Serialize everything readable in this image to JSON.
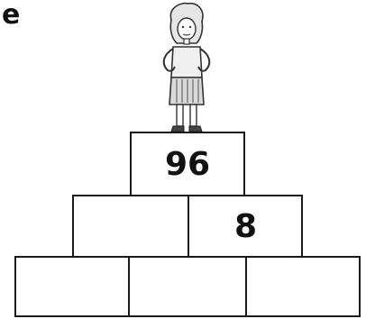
{
  "page": {
    "corner_letter": "e"
  },
  "figure": {
    "icon": "standing-person-icon"
  },
  "pyramid": {
    "rows": [
      [
        "96"
      ],
      [
        "",
        "8"
      ],
      [
        "",
        "",
        ""
      ]
    ]
  }
}
